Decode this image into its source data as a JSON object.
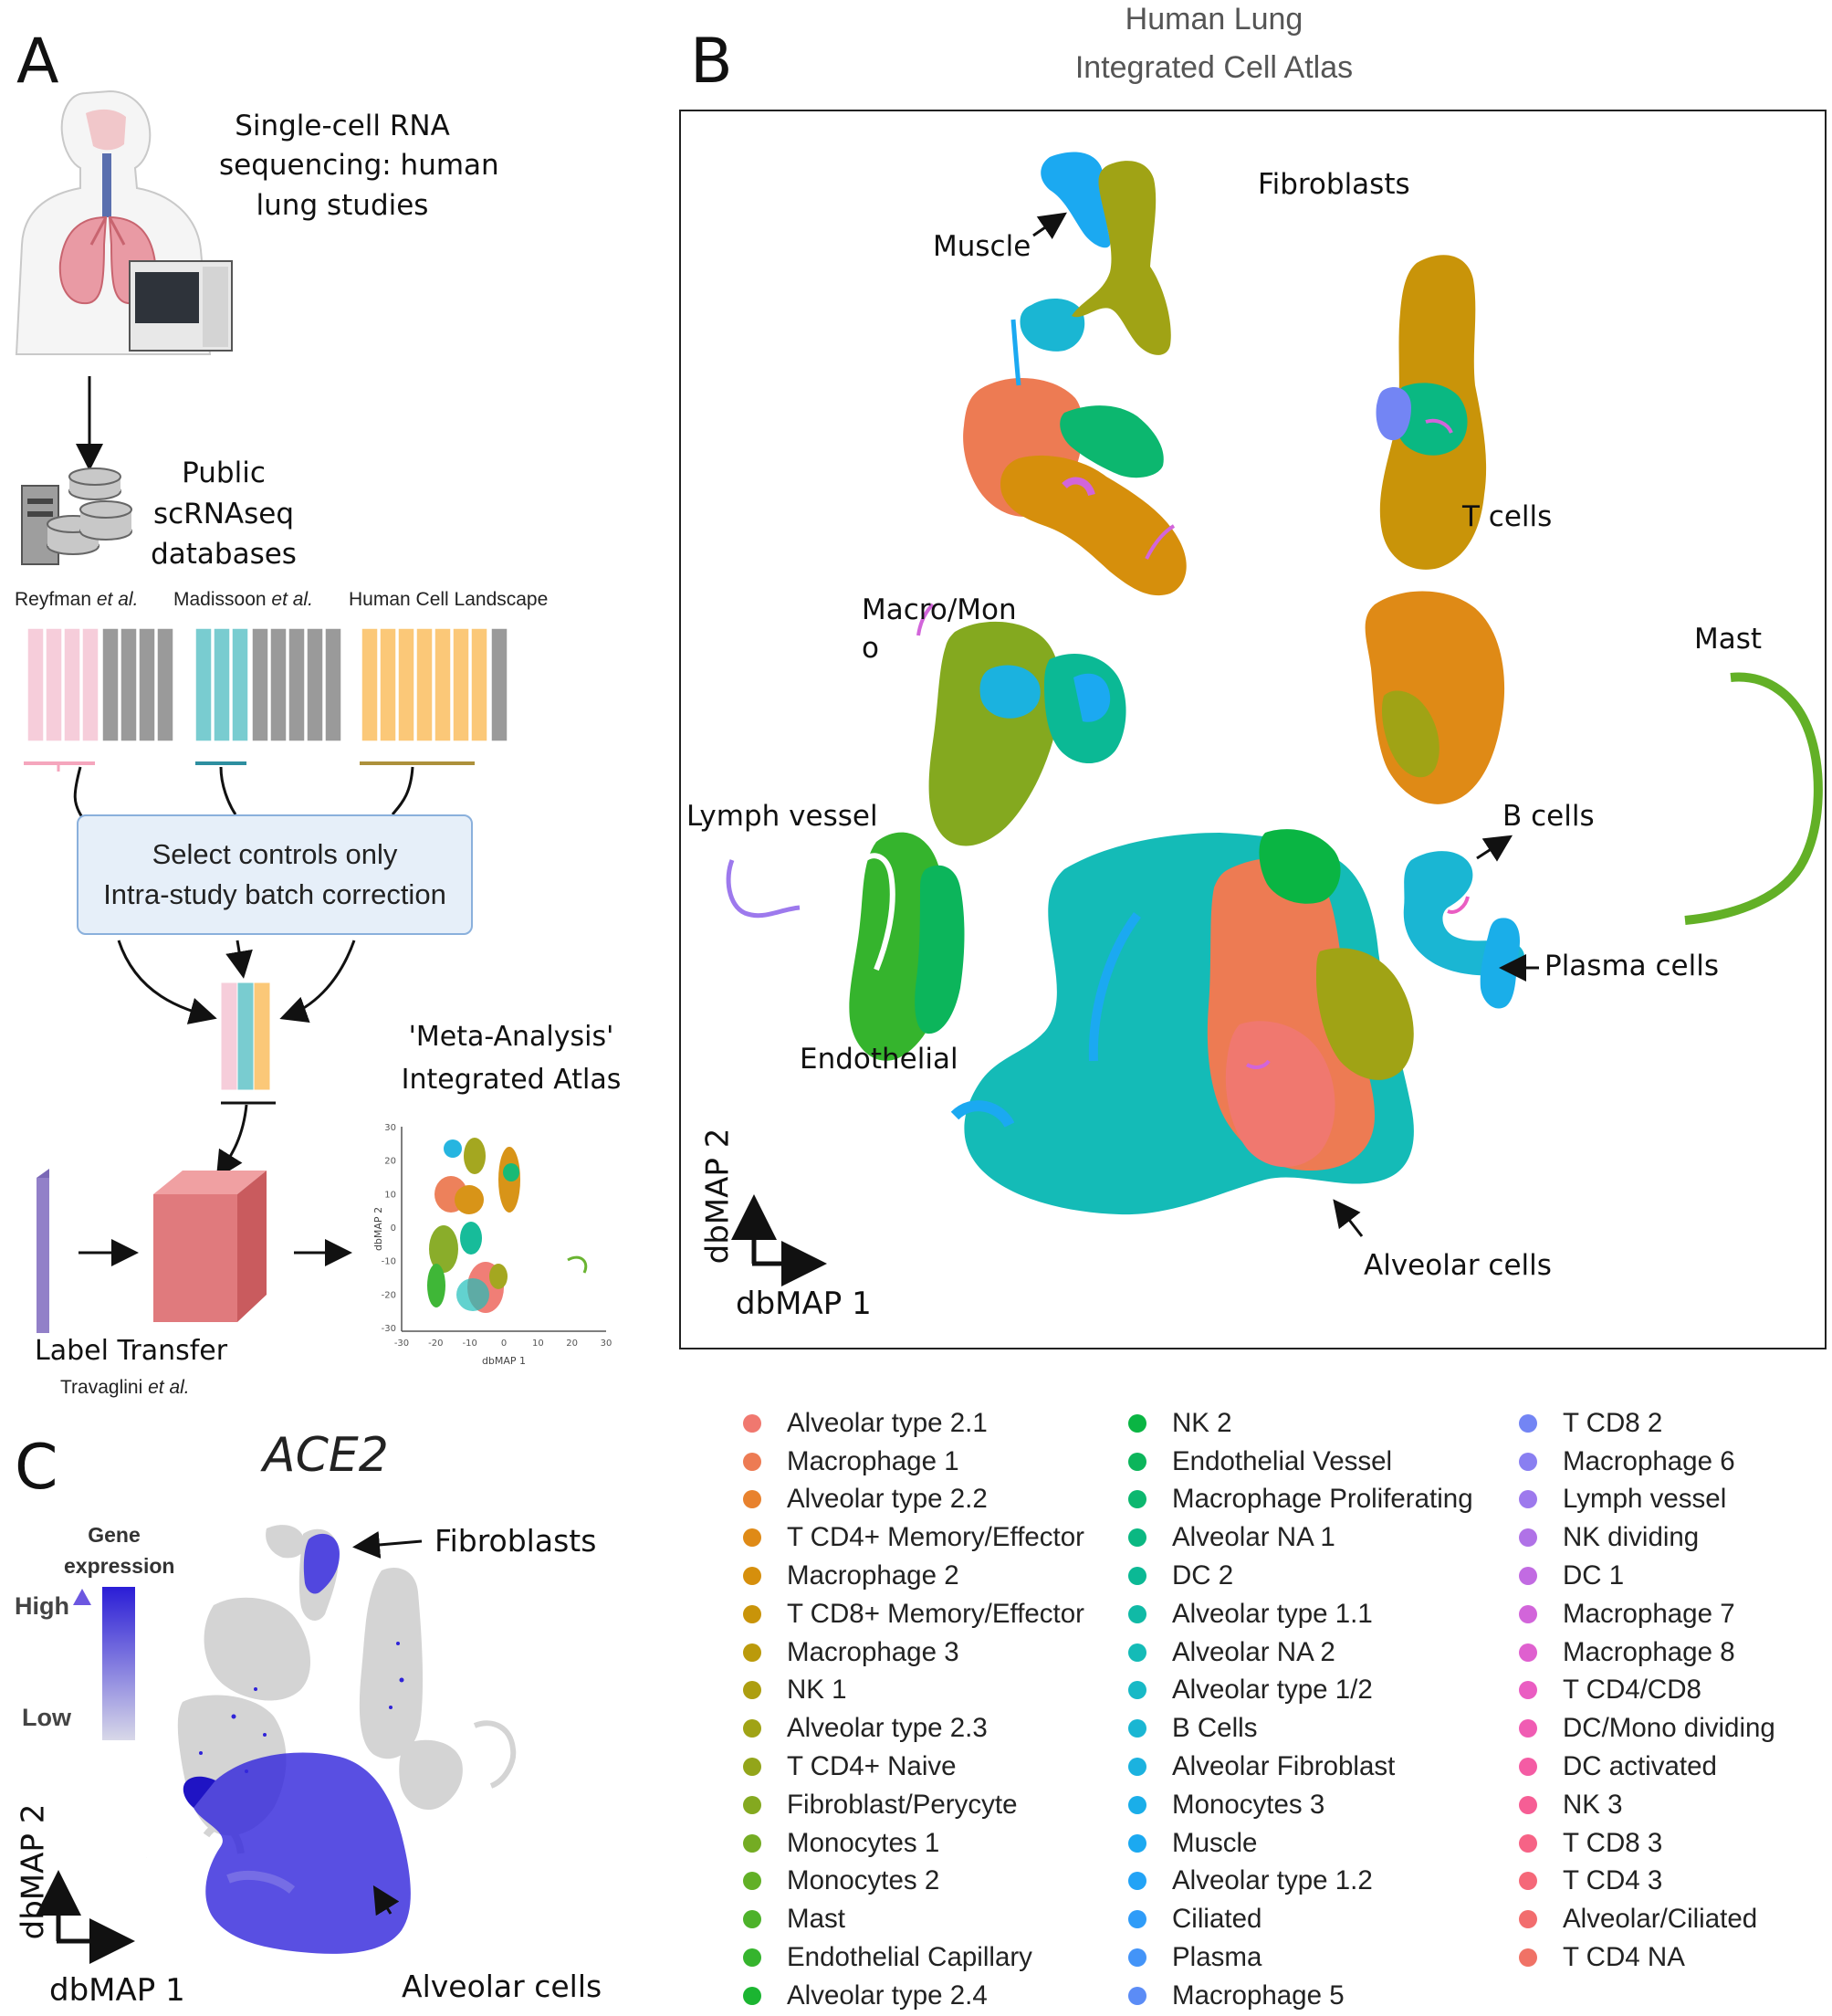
{
  "panels": {
    "a": {
      "letter": "A",
      "step1_text": [
        "Single-cell RNA",
        "sequencing: human",
        "lung studies"
      ],
      "step2_text": [
        "Public",
        "scRNAseq",
        "databases"
      ],
      "studies": [
        {
          "name": "Reyfman",
          "suffix": "et al.",
          "color": "#f5c9d6"
        },
        {
          "name": "Madissoon",
          "suffix": "et al.",
          "color": "#7fcfd2"
        },
        {
          "name": "Human Cell Landscape",
          "suffix": "",
          "color": "#fbc878"
        }
      ],
      "select_box": [
        "Select controls only",
        "Intra-study batch correction"
      ],
      "meta_title": [
        "'Meta-Analysis'",
        "Integrated Atlas"
      ],
      "label_transfer": "Label Transfer",
      "travaglini": "Travaglini",
      "travaglini_suffix": "et al.",
      "mini_xlabel": "dbMAP 1",
      "mini_ylabel": "dbMAP 2",
      "mini_xticks": [
        "-30",
        "-20",
        "-10",
        "0",
        "10",
        "20",
        "30"
      ],
      "mini_yticks": [
        "30",
        "20",
        "10",
        "0",
        "-10",
        "-20",
        "-30"
      ]
    },
    "b": {
      "letter": "B",
      "title": [
        "Human Lung",
        "Integrated Cell Atlas"
      ],
      "labels": {
        "muscle": "Muscle",
        "fibroblasts": "Fibroblasts",
        "t_cells": "T cells",
        "macro_mono": [
          "Macro/Mon",
          "o"
        ],
        "mast": "Mast",
        "lymph_vessel": "Lymph vessel",
        "b_cells": "B cells",
        "plasma_cells": "Plasma cells",
        "endothelial": "Endothelial",
        "alveolar_cells": "Alveolar cells"
      },
      "axis_x": "dbMAP 1",
      "axis_y": "dbMAP 2"
    },
    "c": {
      "letter": "C",
      "gene": "ACE2",
      "scale_title": [
        "Gene",
        "expression"
      ],
      "scale_high": "High",
      "scale_low": "Low",
      "label_fibroblasts": "Fibroblasts",
      "label_alveolar": "Alveolar cells",
      "axis_x": "dbMAP 1",
      "axis_y": "dbMAP 2"
    }
  },
  "legend": {
    "columns": [
      [
        {
          "label": "Alveolar type 2.1",
          "color": "#f0786f"
        },
        {
          "label": "Macrophage 1",
          "color": "#ed7b53"
        },
        {
          "label": "Alveolar type 2.2",
          "color": "#e8822e"
        },
        {
          "label": "T CD4+ Memory/Effector",
          "color": "#df8a16"
        },
        {
          "label": "Macrophage 2",
          "color": "#d68f0c"
        },
        {
          "label": "T CD8+ Memory/Effector",
          "color": "#c99409"
        },
        {
          "label": "Macrophage 3",
          "color": "#bb9a0b"
        },
        {
          "label": "NK 1",
          "color": "#ad9e10"
        },
        {
          "label": "Alveolar type 2.3",
          "color": "#a0a315"
        },
        {
          "label": "T CD4+ Naive",
          "color": "#93a51a"
        },
        {
          "label": "Fibroblast/Perycyte",
          "color": "#84a91f"
        },
        {
          "label": "Monocytes 1",
          "color": "#74ac23"
        },
        {
          "label": "Monocytes 2",
          "color": "#62b026"
        },
        {
          "label": "Mast",
          "color": "#4db22a"
        },
        {
          "label": "Endothelial Capillary",
          "color": "#35b42d"
        },
        {
          "label": "Alveolar type 2.4",
          "color": "#1bb531"
        }
      ],
      [
        {
          "label": "NK 2",
          "color": "#0ab543"
        },
        {
          "label": "Endothelial Vessel",
          "color": "#0cb55b"
        },
        {
          "label": "Macrophage Proliferating",
          "color": "#0cb76f"
        },
        {
          "label": "Alveolar NA 1",
          "color": "#0ab882"
        },
        {
          "label": "DC 2",
          "color": "#0bb995"
        },
        {
          "label": "Alveolar type 1.1",
          "color": "#10baa6"
        },
        {
          "label": "Alveolar NA 2",
          "color": "#14bbb7"
        },
        {
          "label": "Alveolar type 1/2",
          "color": "#17b9c6"
        },
        {
          "label": "B Cells",
          "color": "#1ab6d3"
        },
        {
          "label": "Alveolar Fibroblast",
          "color": "#1bb2df"
        },
        {
          "label": "Monocytes 3",
          "color": "#1aaee9"
        },
        {
          "label": "Muscle",
          "color": "#1ba9f1"
        },
        {
          "label": "Alveolar type 1.2",
          "color": "#22a3f6"
        },
        {
          "label": "Ciliated",
          "color": "#2f9cf8"
        },
        {
          "label": "Plasma",
          "color": "#4394f8"
        },
        {
          "label": "Macrophage 5",
          "color": "#5b8cf6"
        }
      ],
      [
        {
          "label": "T CD8 2",
          "color": "#7385f4"
        },
        {
          "label": "Macrophage 6",
          "color": "#897ff1"
        },
        {
          "label": "Lymph vessel",
          "color": "#9d79ed"
        },
        {
          "label": "NK dividing",
          "color": "#b072e7"
        },
        {
          "label": "DC 1",
          "color": "#c26be2"
        },
        {
          "label": "Macrophage 7",
          "color": "#d265da"
        },
        {
          "label": "Macrophage 8",
          "color": "#df60cf"
        },
        {
          "label": "T CD4/CD8",
          "color": "#ea5dc2"
        },
        {
          "label": "DC/Mono dividing",
          "color": "#f05cb3"
        },
        {
          "label": "DC activated",
          "color": "#f45ca4"
        },
        {
          "label": "NK 3",
          "color": "#f65e95"
        },
        {
          "label": "T CD8 3",
          "color": "#f66386"
        },
        {
          "label": "T CD4 3",
          "color": "#f56879"
        },
        {
          "label": "Alveolar/Ciliated",
          "color": "#f26d6e"
        },
        {
          "label": "T CD4 NA",
          "color": "#f07266"
        }
      ]
    ]
  }
}
